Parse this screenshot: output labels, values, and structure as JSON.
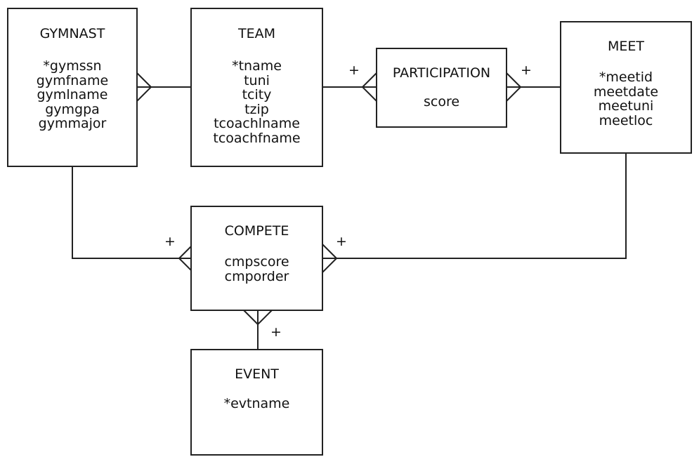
{
  "entities": {
    "gymnast": {
      "name": "GYMNAST",
      "attributes": [
        "*gymssn",
        "gymfname",
        "gymlname",
        "gymgpa",
        "gymmajor"
      ]
    },
    "team": {
      "name": "TEAM",
      "attributes": [
        "*tname",
        "tuni",
        "tcity",
        "tzip",
        "tcoachlname",
        "tcoachfname"
      ]
    },
    "participation": {
      "name": "PARTICIPATION",
      "attributes": [
        "score"
      ]
    },
    "meet": {
      "name": "MEET",
      "attributes": [
        "*meetid",
        "meetdate",
        "meetuni",
        "meetloc"
      ]
    },
    "compete": {
      "name": "COMPETE",
      "attributes": [
        "cmpscore",
        "cmporder"
      ]
    },
    "event": {
      "name": "EVENT",
      "attributes": [
        "*evtname"
      ]
    }
  },
  "markers": {
    "team_participation": "+",
    "meet_participation": "+",
    "gymnast_compete": "+",
    "meet_compete": "+",
    "event_compete": "+"
  }
}
